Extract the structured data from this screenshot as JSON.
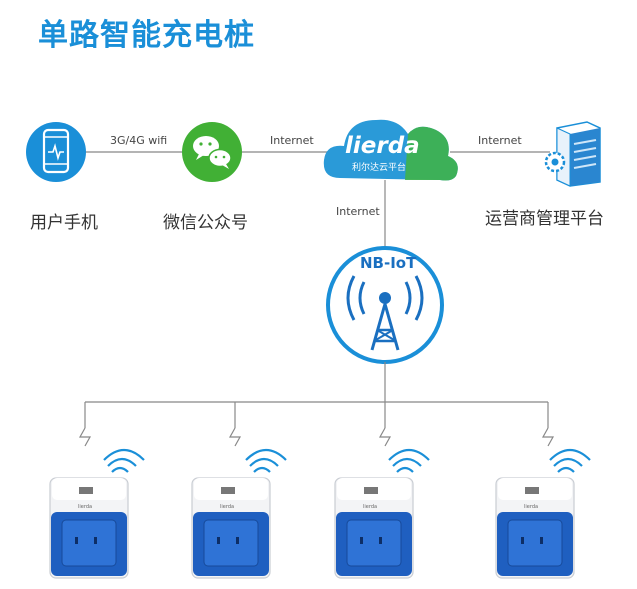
{
  "title": "单路智能充电桩",
  "nodes": {
    "phone": "用户手机",
    "wechat": "微信公众号",
    "cloud_brand": "lierda",
    "cloud_sub": "利尔达云平台",
    "operator": "运营商管理平台",
    "nbiot": "NB-IoT"
  },
  "links": {
    "phone_wechat": "3G/4G wifi",
    "wechat_cloud": "Internet",
    "cloud_operator": "Internet",
    "cloud_nbiot": "Internet"
  },
  "device_brand": "lierda",
  "colors": {
    "accent": "#1a8fd8",
    "wechat_green": "#41b035",
    "device_blue": "#1f5fc0",
    "line_gray": "#888888"
  }
}
